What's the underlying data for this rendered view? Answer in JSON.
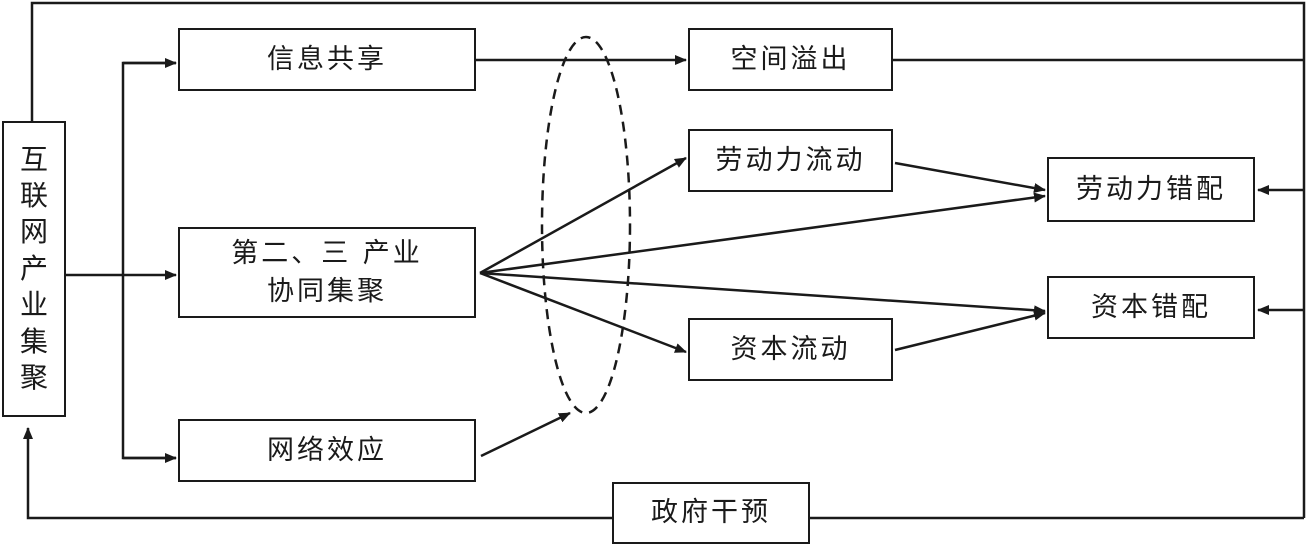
{
  "nodes": {
    "internet_cluster": "互\n联\n网\n产\n业\n集\n聚",
    "info_sharing": "信息共享",
    "collab_cluster_line1": "第二、三 产业",
    "collab_cluster_line2": "协同集聚",
    "network_effect": "网络效应",
    "spatial_spillover": "空间溢出",
    "labor_flow": "劳动力流动",
    "capital_flow": "资本流动",
    "labor_misallocation": "劳动力错配",
    "capital_misallocation": "资本错配",
    "gov_intervention": "政府干预"
  },
  "colors": {
    "stroke": "#1a1a1a",
    "background": "#ffffff"
  }
}
